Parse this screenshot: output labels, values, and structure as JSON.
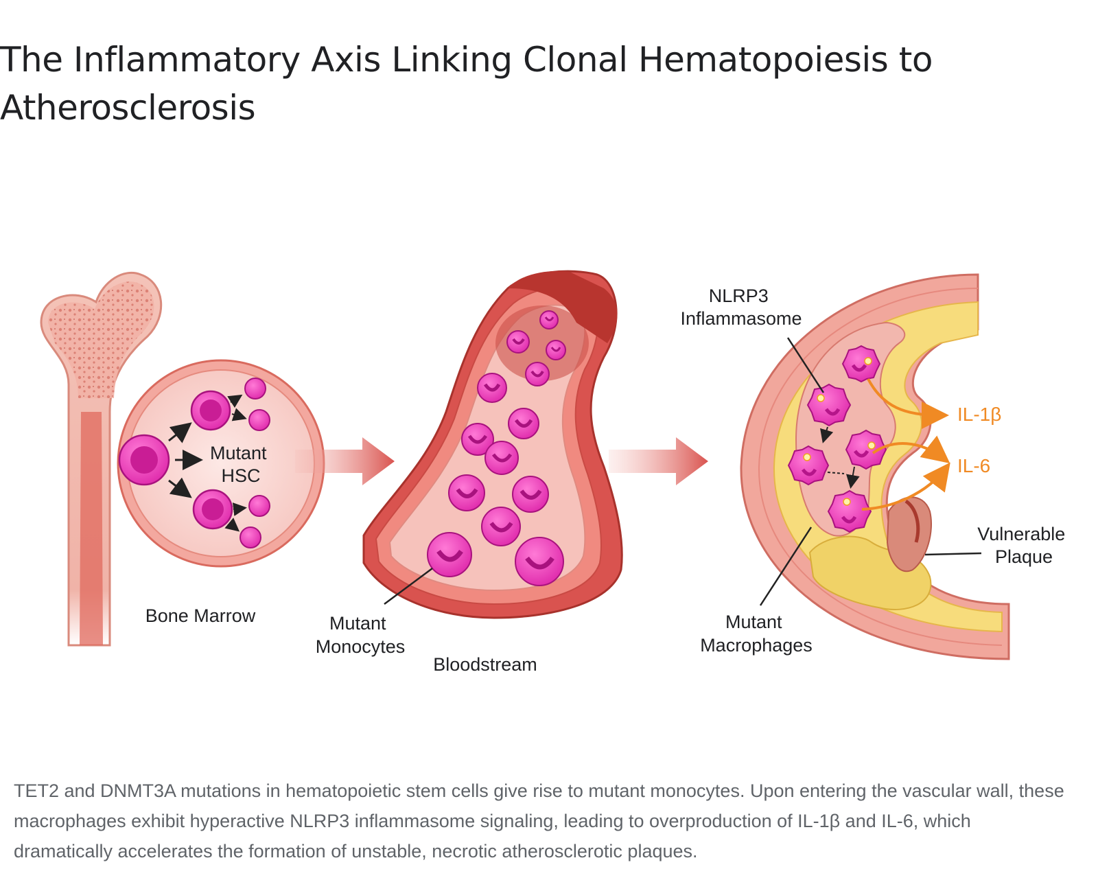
{
  "title": "The Inflammatory Axis Linking Clonal Hematopoiesis to Atherosclerosis",
  "labels": {
    "mutant_hsc": [
      "Mutant",
      "HSC"
    ],
    "bone_marrow": "Bone Marrow",
    "mutant_monocytes": [
      "Mutant",
      "Monocytes"
    ],
    "bloodstream": "Bloodstream",
    "nlrp3": [
      "NLRP3",
      "Inflammasome"
    ],
    "il1b": "IL-1β",
    "il6": "IL-6",
    "vulnerable_plaque": [
      "Vulnerable",
      "Plaque"
    ],
    "mutant_macrophages": [
      "Mutant",
      "Macrophages"
    ]
  },
  "caption": "TET2 and DNMT3A mutations in hematopoietic stem cells give rise to mutant monocytes. Upon entering the vascular wall, these macrophages exhibit hyperactive NLRP3 inflammasome signaling, leading to overproduction of IL-1β and IL-6, which dramatically accelerates the formation of unstable, necrotic atherosclerotic plaques.",
  "colors": {
    "cell_magenta": "#e83fb8",
    "cell_dark": "#b5158a",
    "vessel_red": "#d9534f",
    "tissue_pink": "#f2b8b0",
    "plaque_yellow": "#f3dc7a",
    "cytokine_orange": "#f08a24",
    "text_dark": "#202124",
    "caption_gray": "#5f6368"
  }
}
